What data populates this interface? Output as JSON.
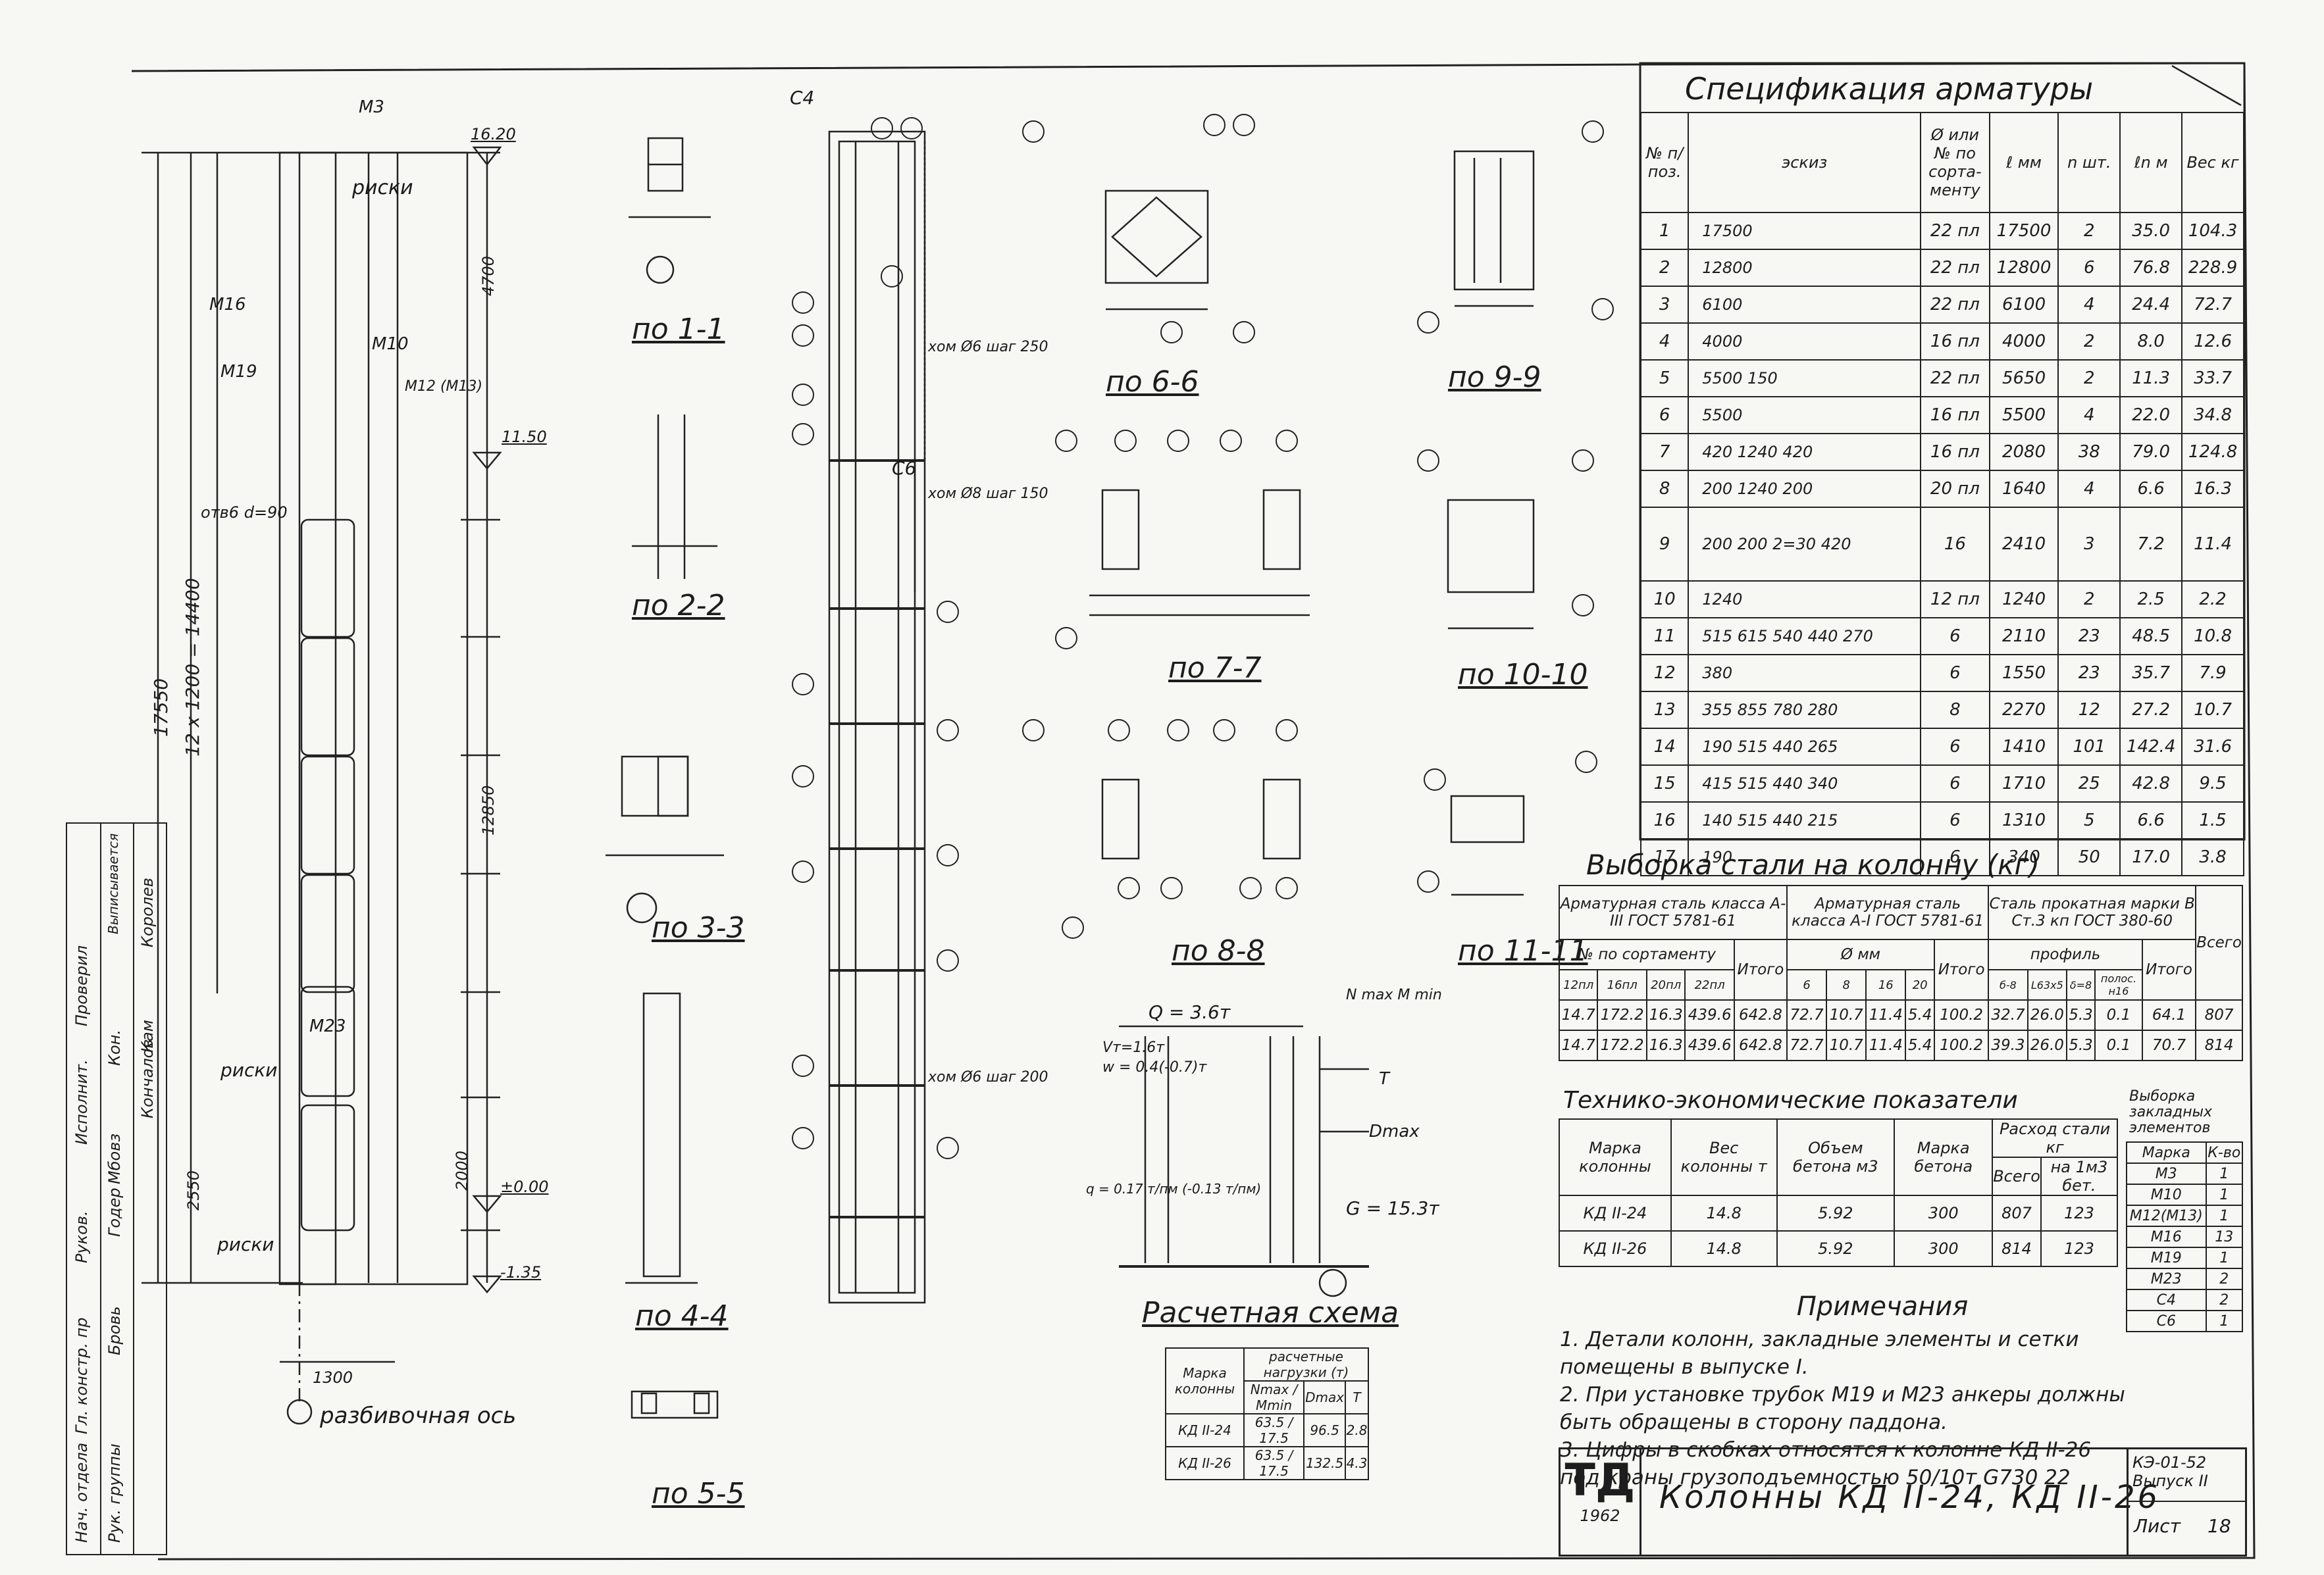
{
  "spec_title": "Спецификация арматуры",
  "spec_headers": [
    "№ п/поз.",
    "эскиз",
    "Ø или № по сорта-менту",
    "ℓ мм",
    "n шт.",
    "ℓn м",
    "Вес кг"
  ],
  "spec_rows": [
    {
      "pos": "1",
      "sketch": "17500",
      "dia": "22 пл",
      "len": "17500",
      "n": "2",
      "ln": "35.0",
      "w": "104.3"
    },
    {
      "pos": "2",
      "sketch": "12800",
      "dia": "22 пл",
      "len": "12800",
      "n": "6",
      "ln": "76.8",
      "w": "228.9"
    },
    {
      "pos": "3",
      "sketch": "6100",
      "dia": "22 пл",
      "len": "6100",
      "n": "4",
      "ln": "24.4",
      "w": "72.7"
    },
    {
      "pos": "4",
      "sketch": "4000",
      "dia": "16 пл",
      "len": "4000",
      "n": "2",
      "ln": "8.0",
      "w": "12.6"
    },
    {
      "pos": "5",
      "sketch": "5500 150",
      "dia": "22 пл",
      "len": "5650",
      "n": "2",
      "ln": "11.3",
      "w": "33.7"
    },
    {
      "pos": "6",
      "sketch": "5500",
      "dia": "16 пл",
      "len": "5500",
      "n": "4",
      "ln": "22.0",
      "w": "34.8"
    },
    {
      "pos": "7",
      "sketch": "420 1240 420",
      "dia": "16 пл",
      "len": "2080",
      "n": "38",
      "ln": "79.0",
      "w": "124.8"
    },
    {
      "pos": "8",
      "sketch": "200 1240 200",
      "dia": "20 пл",
      "len": "1640",
      "n": "4",
      "ln": "6.6",
      "w": "16.3"
    },
    {
      "pos": "9",
      "sketch": "200 200 2=30 420",
      "dia": "16",
      "len": "2410",
      "n": "3",
      "ln": "7.2",
      "w": "11.4"
    },
    {
      "pos": "10",
      "sketch": "1240",
      "dia": "12 пл",
      "len": "1240",
      "n": "2",
      "ln": "2.5",
      "w": "2.2"
    },
    {
      "pos": "11",
      "sketch": "515 615 540 440 270",
      "dia": "6",
      "len": "2110",
      "n": "23",
      "ln": "48.5",
      "w": "10.8"
    },
    {
      "pos": "12",
      "sketch": "380",
      "dia": "6",
      "len": "1550",
      "n": "23",
      "ln": "35.7",
      "w": "7.9"
    },
    {
      "pos": "13",
      "sketch": "355 855 780 280",
      "dia": "8",
      "len": "2270",
      "n": "12",
      "ln": "27.2",
      "w": "10.7"
    },
    {
      "pos": "14",
      "sketch": "190 515 440 265",
      "dia": "6",
      "len": "1410",
      "n": "101",
      "ln": "142.4",
      "w": "31.6"
    },
    {
      "pos": "15",
      "sketch": "415 515 440 340",
      "dia": "6",
      "len": "1710",
      "n": "25",
      "ln": "42.8",
      "w": "9.5"
    },
    {
      "pos": "16",
      "sketch": "140 515 440 215",
      "dia": "6",
      "len": "1310",
      "n": "5",
      "ln": "6.6",
      "w": "1.5"
    },
    {
      "pos": "17",
      "sketch": "190",
      "dia": "6",
      "len": "340",
      "n": "50",
      "ln": "17.0",
      "w": "3.8"
    }
  ],
  "steel_title": "Выборка стали на колонну (кг)",
  "steel_headers": {
    "a3": "Арматурная сталь класса А-III ГОСТ 5781-61",
    "a1": "Арматурная сталь класса А-I ГОСТ 5781-61",
    "rolled": "Сталь прокатная марки В Ст.3 кп ГОСТ 380-60",
    "total": "Всего",
    "by_assortment": "№ по сортаменту",
    "phi_mm": "Ø мм",
    "profile": "профиль",
    "itogo": "Итого"
  },
  "steel_subcols": [
    "12пл",
    "16пл",
    "20пл",
    "22пл",
    "Итого",
    "6",
    "8",
    "16",
    "20",
    "Итого",
    "б-8",
    "L63x5",
    "δ=8",
    "полос. н16",
    "Итого",
    "Всего"
  ],
  "steel_rows": [
    [
      "14.7",
      "172.2",
      "16.3",
      "439.6",
      "642.8",
      "72.7",
      "10.7",
      "11.4",
      "5.4",
      "100.2",
      "32.7",
      "26.0",
      "5.3",
      "0.1",
      "64.1",
      "807"
    ],
    [
      "14.7",
      "172.2",
      "16.3",
      "439.6",
      "642.8",
      "72.7",
      "10.7",
      "11.4",
      "5.4",
      "100.2",
      "39.3",
      "26.0",
      "5.3",
      "0.1",
      "70.7",
      "814"
    ]
  ],
  "tep_title": "Технико-экономические показатели",
  "tep_headers": [
    "Марка колонны",
    "Вес колонны т",
    "Объем бетона м3",
    "Марка бетона",
    "Всего",
    "на 1м3 бет."
  ],
  "tep_sub_header": "Расход стали кг",
  "tep_rows": [
    [
      "КД II-24",
      "14.8",
      "5.92",
      "300",
      "807",
      "123"
    ],
    [
      "КД II-26",
      "14.8",
      "5.92",
      "300",
      "814",
      "123"
    ]
  ],
  "emb_title": "Выборка закладных элементов",
  "emb_headers": [
    "Марка",
    "К-во"
  ],
  "emb_rows": [
    [
      "М3",
      "1"
    ],
    [
      "М10",
      "1"
    ],
    [
      "М12(М13)",
      "1"
    ],
    [
      "М16",
      "13"
    ],
    [
      "М19",
      "1"
    ],
    [
      "М23",
      "2"
    ],
    [
      "С4",
      "2"
    ],
    [
      "С6",
      "1"
    ]
  ],
  "notes_title": "Примечания",
  "notes": [
    "1. Детали колонн, закладные элементы и сетки помещены в выпуске I.",
    "2. При установке трубок М19 и М23 анкеры должны быть обращены в сторону паддона.",
    "3. Цифры в скобках относятся к колонне КД II-26 под краны грузоподъемностью 50/10т G730 22"
  ],
  "title_block": {
    "logo": "ТД",
    "year": "1962",
    "title": "Колонны КД II-24, КД II-26",
    "series": "КЭ-01-52 Выпуск II",
    "sheet_label": "Лист",
    "sheet_no": "18"
  },
  "loads_title": "расчетные нагрузки (т)",
  "loads_headers": [
    "Марка колонны",
    "Nmax / Mmin",
    "Dmax",
    "T"
  ],
  "loads_rows": [
    [
      "КД II-24",
      "63.5 / 17.5",
      "96.5",
      "2.8"
    ],
    [
      "КД II-26",
      "63.5 / 17.5",
      "132.5",
      "4.3"
    ]
  ],
  "side_stamp": [
    "Нач. отдела",
    "Гл. констр. пр",
    "Рук. группы",
    "Бровь",
    "Годер",
    "Руков.",
    "Исполнит.",
    "Проверил",
    "Кончалов",
    "Выписывается",
    "Королев",
    "Кон.",
    "Мбовз",
    "Кам"
  ],
  "sections": [
    "по 1-1",
    "по 2-2",
    "по 3-3",
    "по 4-4",
    "по 5-5",
    "по 6-6",
    "по 7-7",
    "по 8-8",
    "по 9-9",
    "по 10-10",
    "по 11-11"
  ],
  "calc_scheme": "Расчетная схема",
  "razb_axis": "разбивочная ось",
  "dims": {
    "total": "17550",
    "span": "12 x 1200 = 14400",
    "d12850": "12850",
    "d4700": "4700",
    "d2550": "2550",
    "d2000": "2000",
    "d1300": "1300",
    "levels": [
      "16.20",
      "11.50",
      "±0.00",
      "-1.35"
    ]
  },
  "labels": {
    "riski": "риски",
    "m3": "М3",
    "m10": "М10",
    "m16": "М16",
    "m19": "М19",
    "m12": "М12 (М13)",
    "m23": "М23",
    "c4": "С4",
    "c6": "С6",
    "otv": "отв6 d=90",
    "q_val": "Q = 3.6т",
    "g_val": "G = 15.3т",
    "vt": "Vт=1.6т",
    "w": "w = 0.4(-0.7)т",
    "q2": "q = 0.17 т/пм (-0.13 т/пм)",
    "dmax": "Dmax",
    "nmax": "N max M min",
    "t": "T",
    "hom6": "хом Ø6 шаг 250",
    "hom8": "хом Ø8 шаг 150",
    "hom6b": "хом Ø6 шаг 200"
  }
}
